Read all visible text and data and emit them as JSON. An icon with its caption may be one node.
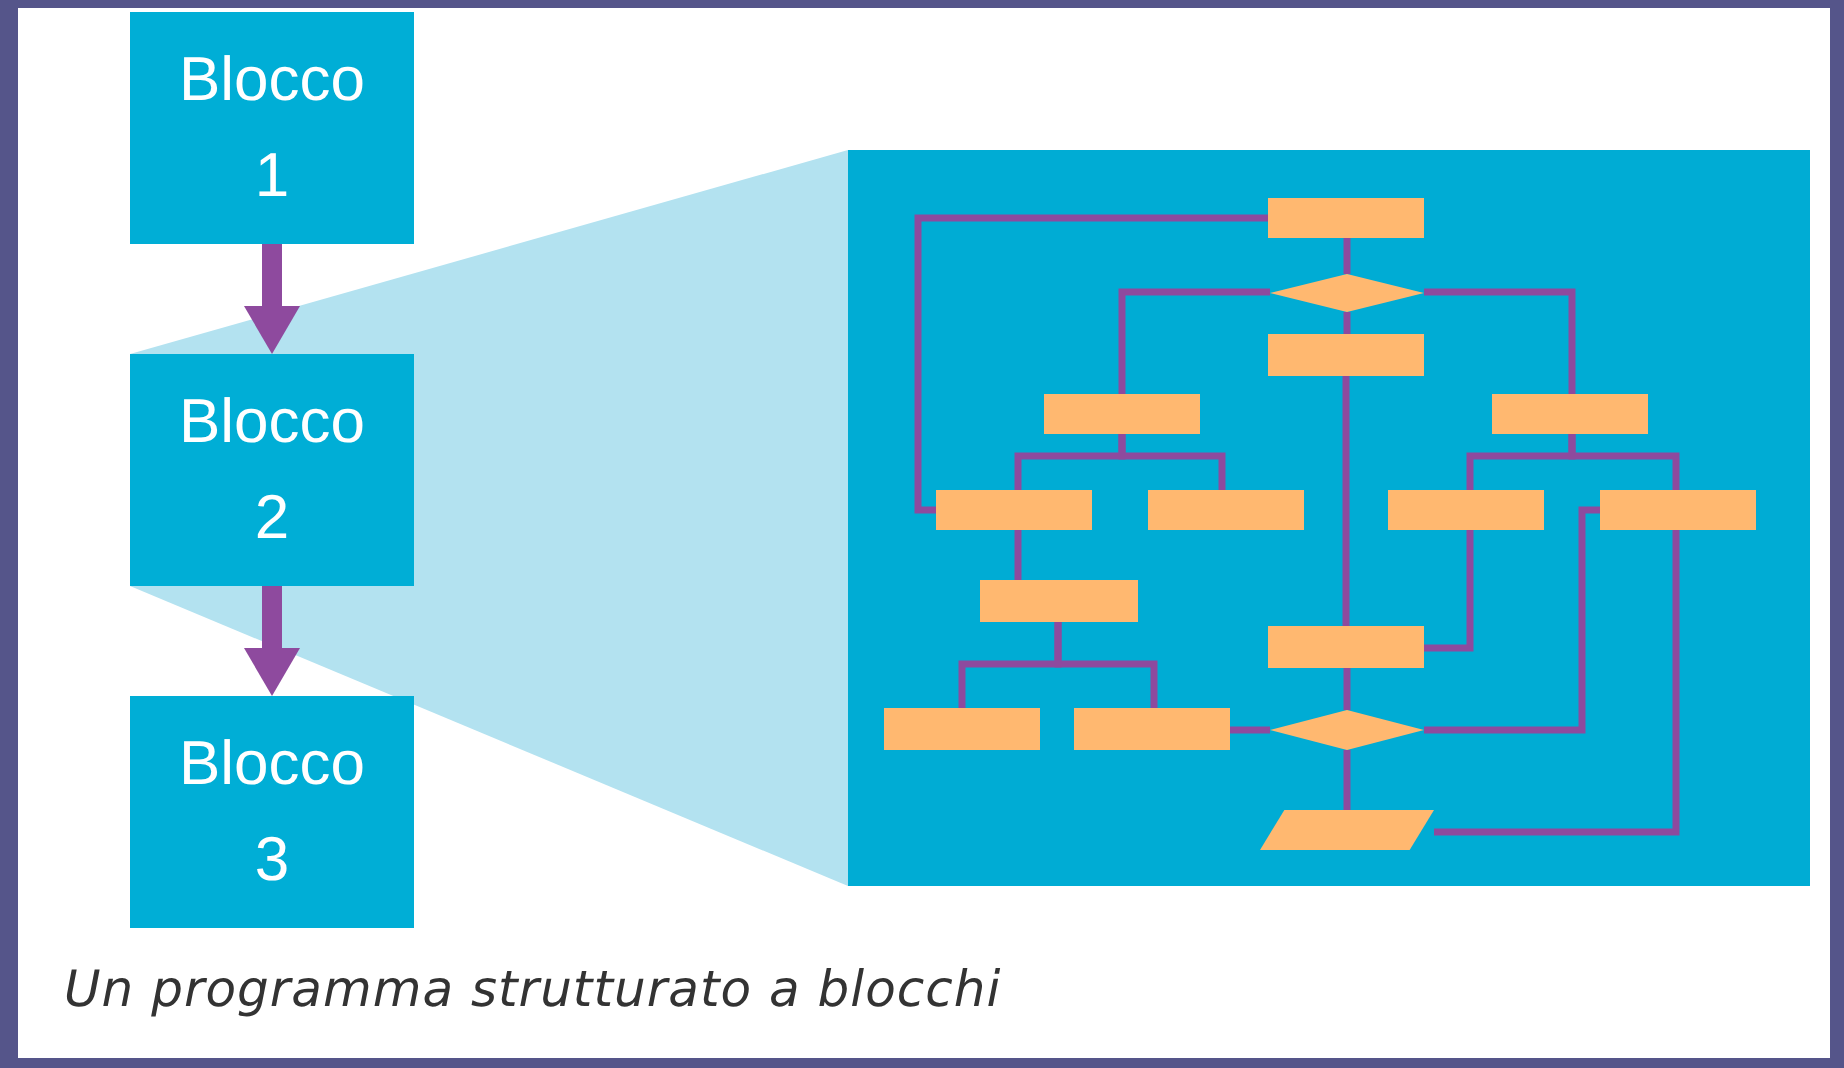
{
  "diagram": {
    "caption": "Un programma strutturato a blocchi",
    "nodes": [
      {
        "text": [
          "Blocco 1"
        ]
      },
      {
        "text": [
          "Blocco 2"
        ]
      },
      {
        "text": [
          "Blocco 3"
        ]
      },
      {
        "text": [],
        "shape": "box"
      },
      {
        "text": [],
        "shape": "box",
        "in": 3
      },
      {
        "text": [],
        "shape": "diamond",
        "in": 3
      },
      {
        "text": [],
        "shape": "box",
        "in": 3
      },
      {
        "text": [],
        "shape": "box",
        "in": 3
      },
      {
        "text": [],
        "shape": "box",
        "in": 3
      },
      {
        "text": [],
        "shape": "box",
        "in": 3
      },
      {
        "text": [],
        "shape": "box",
        "in": 3
      },
      {
        "text": [],
        "shape": "box",
        "in": 3
      },
      {
        "text": [],
        "shape": "box",
        "in": 3
      },
      {
        "text": [],
        "shape": "box",
        "in": 3
      },
      {
        "text": [],
        "shape": "box",
        "in": 3
      },
      {
        "text": [],
        "shape": "box",
        "in": 3
      },
      {
        "text": [],
        "shape": "box",
        "in": 3
      },
      {
        "text": [],
        "shape": "diamond",
        "in": 3
      },
      {
        "text": [],
        "shape": "parallelogram",
        "in": 3
      }
    ],
    "edges": [
      {
        "from": 0,
        "to": 1,
        "arrow": "to",
        "style": "thick"
      },
      {
        "from": 1,
        "to": 2,
        "arrow": "to",
        "style": "thick"
      },
      {
        "from": 4,
        "to": 9,
        "arrow": "none"
      },
      {
        "from": 4,
        "to": 5,
        "arrow": "none"
      },
      {
        "from": 5,
        "to": 7,
        "arrow": "none"
      },
      {
        "from": 5,
        "to": 8,
        "arrow": "none"
      },
      {
        "from": 5,
        "to": 6,
        "arrow": "none"
      },
      {
        "from": 6,
        "to": 14,
        "arrow": "none"
      },
      {
        "from": 7,
        "to": 9,
        "arrow": "none"
      },
      {
        "from": 7,
        "to": 10,
        "arrow": "none"
      },
      {
        "from": 9,
        "to": 13,
        "arrow": "none"
      },
      {
        "from": 13,
        "to": 15,
        "arrow": "none"
      },
      {
        "from": 13,
        "to": 16,
        "arrow": "none"
      },
      {
        "from": 16,
        "to": 17,
        "arrow": "none"
      },
      {
        "from": 8,
        "to": 11,
        "arrow": "none"
      },
      {
        "from": 8,
        "to": 12,
        "arrow": "none"
      },
      {
        "from": 11,
        "to": 14,
        "arrow": "none"
      },
      {
        "from": 12,
        "to": 17,
        "arrow": "none"
      },
      {
        "from": 14,
        "to": 17,
        "arrow": "none"
      },
      {
        "from": 17,
        "to": 18,
        "arrow": "none"
      },
      {
        "from": 12,
        "to": 18,
        "arrow": "none"
      }
    ]
  }
}
